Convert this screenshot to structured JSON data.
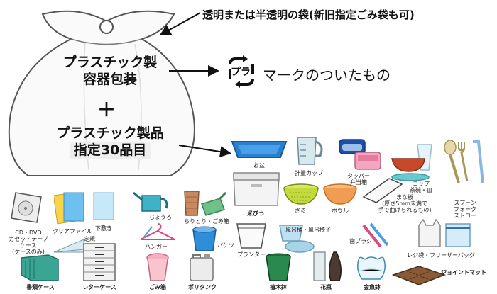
{
  "bag": {
    "line1": "プラスチック製",
    "line2": "容器包装",
    "plus": "＋",
    "line3": "プラスチック製品",
    "line4": "指定30品目"
  },
  "top_caption": "透明または半透明の袋(新旧指定ごみ袋も可)",
  "mark": {
    "symbol_text": "プラ",
    "caption": "マークのついたもの"
  },
  "items": {
    "tray": "お盆",
    "measuring_cup": "計量カップ",
    "tupperware": "タッパー\n弁当箱",
    "cup_bowl": "コップ\n茶碗・皿",
    "spoon_fork": "スプーン\nフォーク\nストロー",
    "colander": "ざる",
    "bowl": "ボウル",
    "cutting_board": "まな板\n(厚さ5mm未満で\n手で曲げられるもの)",
    "rice_bin": "米びつ",
    "watering_can": "じょうろ",
    "dustpan": "ちりとり・ごみ箱",
    "hanger": "ハンガー",
    "bucket": "バケツ",
    "planter": "プランター",
    "bath": "風呂桶・風呂椅子",
    "toothbrush": "歯ブラシ",
    "plastic_bag": "レジ袋・フリーザーバッグ",
    "cd_case": "CD・DVD\nカセットテープ\nケース\n(ケースのみ)",
    "clear_file": "クリアファイル",
    "underlay": "下敷き",
    "ruler": "定規",
    "document_case": "書類ケース",
    "letter_case": "レターケース",
    "trash_can": "ごみ箱",
    "poly_tank": "ポリタンク",
    "plant_pot": "植木鉢",
    "vase": "花瓶",
    "fishbowl": "金魚鉢",
    "joint_mat": "ジョイントマット"
  }
}
